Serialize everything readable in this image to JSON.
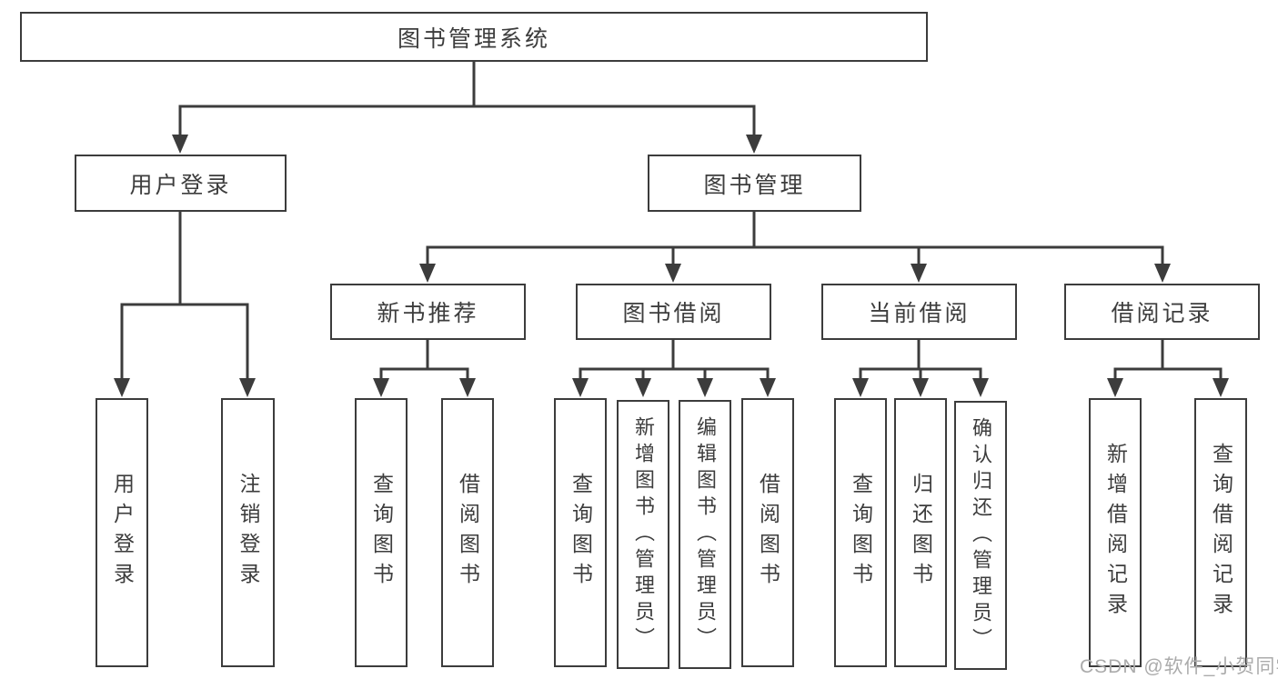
{
  "theme": {
    "line_color": "#3c3c3c",
    "text_color": "#3d3d3d",
    "bg_color": "#ffffff",
    "watermark_color": "#ababab"
  },
  "diagram_title": "图书管理系统",
  "nodes": {
    "root": {
      "label": "图书管理系统"
    },
    "login": {
      "label": "用户登录"
    },
    "mgmt": {
      "label": "图书管理"
    },
    "rec": {
      "label": "新书推荐"
    },
    "borrow": {
      "label": "图书借阅"
    },
    "current": {
      "label": "当前借阅"
    },
    "record": {
      "label": "借阅记录"
    },
    "leaf_login": {
      "label": "用户登录"
    },
    "leaf_logout": {
      "label": "注销登录"
    },
    "leaf_rec_query": {
      "label": "查询图书"
    },
    "leaf_rec_borrow": {
      "label": "借阅图书"
    },
    "leaf_bor_query": {
      "label": "查询图书"
    },
    "leaf_bor_add": {
      "label": "新增图书（管理员）"
    },
    "leaf_bor_edit": {
      "label": "编辑图书（管理员）"
    },
    "leaf_bor_borrow": {
      "label": "借阅图书"
    },
    "leaf_cur_query": {
      "label": "查询图书"
    },
    "leaf_cur_return": {
      "label": "归还图书"
    },
    "leaf_cur_confirm": {
      "label": "确认归还（管理员）"
    },
    "leaf_rcd_add": {
      "label": "新增借阅记录"
    },
    "leaf_rcd_query": {
      "label": "查询借阅记录"
    }
  },
  "watermark": {
    "text": "CSDN @软件_小贺同学"
  }
}
